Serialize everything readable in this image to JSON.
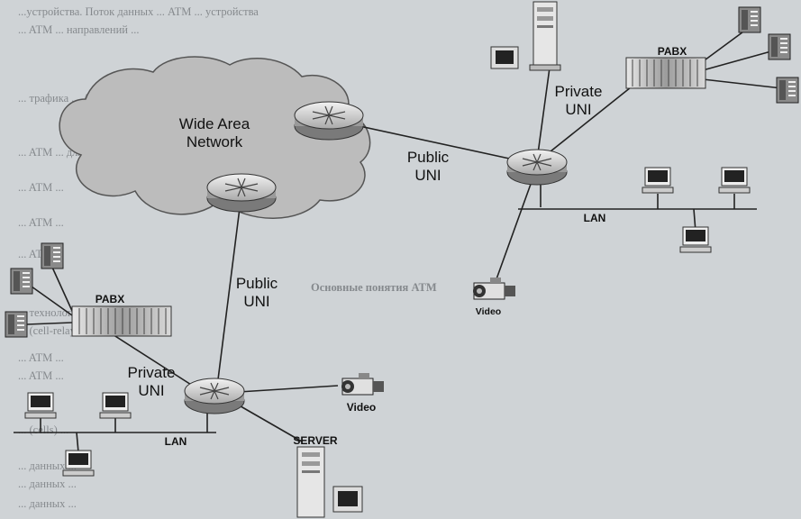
{
  "background_text": [
    "...устройства. Поток данных ... ATM ... устройства",
    "... ATM ... направлений ...",
    "... трафика ... ATM ...",
    "... ATM ... для ...",
    "... ATM ...",
    "... ATM ...",
    "... ATM ...",
    "Основные понятия ATM",
    "... технологии ATM ...",
    "... (cell-relay)",
    "... ATM ...",
    "... ATM ...",
    "... (cells) ...",
    "... данных ...",
    "... данных ...",
    "... данных ..."
  ],
  "diagram": {
    "wan_label": "Wide Area\nNetwork",
    "public_uni_top": "Public\nUNI",
    "public_uni_left": "Public\nUNI",
    "private_uni_top": "Private\nUNI",
    "private_uni_left": "Private\nUNI",
    "pabx_right": "PABX",
    "pabx_left": "PABX",
    "lan_right": "LAN",
    "lan_bottom": "LAN",
    "video_right": "Video",
    "video_bottom": "Video",
    "server": "SERVER"
  }
}
